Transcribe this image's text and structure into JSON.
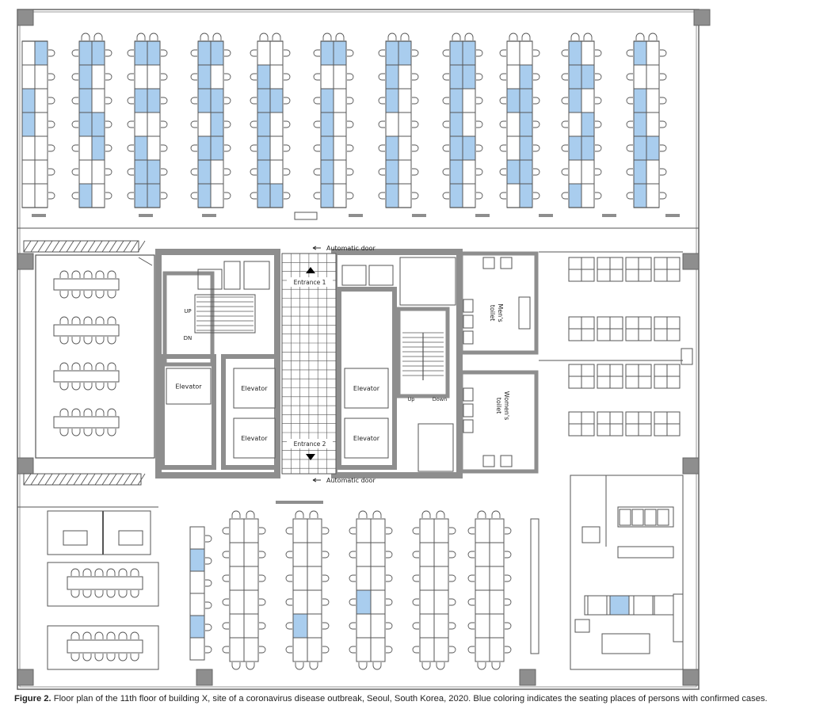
{
  "labels": {
    "automatic_door_top": "Automatic door",
    "automatic_door_bottom": "Automatic door",
    "entrance_1": "Entrance 1",
    "entrance_2": "Entrance 2",
    "up": "UP",
    "dn": "DN",
    "elevator": "Elevator",
    "stair_up": "Up",
    "stair_down": "Down",
    "mens_toilet": [
      "Men's",
      "toilet"
    ],
    "womens_toilet": [
      "Women's",
      "toilet"
    ]
  },
  "caption": {
    "label": "Figure 2.",
    "text": " Floor plan of the 11th floor of building X, site of a coronavirus disease outbreak, Seoul, South Korea, 2020. Blue coloring indicates the seating places of persons with confirmed cases."
  },
  "colors": {
    "confirmed_seat": "#a9cdee",
    "wall": "#8e8e8e",
    "line": "#555555"
  },
  "north_rows": [
    {
      "left": [
        0,
        0,
        1,
        1,
        0,
        0,
        0
      ],
      "right": [
        1,
        0,
        0,
        0,
        0,
        0,
        0
      ]
    },
    {
      "left": [
        1,
        1,
        1,
        1,
        0,
        0,
        1
      ],
      "right": [
        1,
        0,
        0,
        1,
        1,
        0,
        0
      ]
    },
    {
      "left": [
        1,
        0,
        1,
        0,
        1,
        1,
        1
      ],
      "right": [
        1,
        0,
        1,
        0,
        0,
        1,
        1
      ]
    },
    {
      "left": [
        1,
        1,
        1,
        0,
        1,
        1,
        1
      ],
      "right": [
        1,
        0,
        1,
        1,
        1,
        0,
        0
      ]
    },
    {
      "left": [
        0,
        1,
        1,
        1,
        1,
        1,
        1
      ],
      "right": [
        0,
        0,
        1,
        0,
        0,
        0,
        1
      ]
    },
    {
      "left": [
        1,
        0,
        1,
        1,
        1,
        1,
        1
      ],
      "right": [
        1,
        0,
        0,
        0,
        0,
        0,
        0
      ]
    },
    {
      "left": [
        1,
        1,
        1,
        0,
        1,
        1,
        1
      ],
      "right": [
        1,
        0,
        0,
        0,
        0,
        0,
        0
      ]
    },
    {
      "left": [
        1,
        1,
        1,
        1,
        1,
        1,
        1
      ],
      "right": [
        1,
        1,
        0,
        0,
        1,
        0,
        0
      ]
    },
    {
      "left": [
        0,
        0,
        1,
        0,
        0,
        1,
        0
      ],
      "right": [
        0,
        1,
        1,
        1,
        1,
        1,
        1
      ]
    },
    {
      "left": [
        1,
        1,
        1,
        0,
        1,
        0,
        1
      ],
      "right": [
        0,
        1,
        0,
        1,
        1,
        0,
        0
      ]
    },
    {
      "left": [
        1,
        0,
        1,
        1,
        1,
        1,
        1
      ],
      "right": [
        0,
        0,
        0,
        0,
        1,
        0,
        0
      ]
    }
  ],
  "south_confirmed": [
    {
      "row": 0,
      "side": "right",
      "seat": 1
    },
    {
      "row": 0,
      "side": "right",
      "seat": 4
    },
    {
      "row": 2,
      "side": "left",
      "seat": 4
    },
    {
      "row": 3,
      "side": "left",
      "seat": 3
    }
  ],
  "southeast_confirmed": [
    1
  ]
}
